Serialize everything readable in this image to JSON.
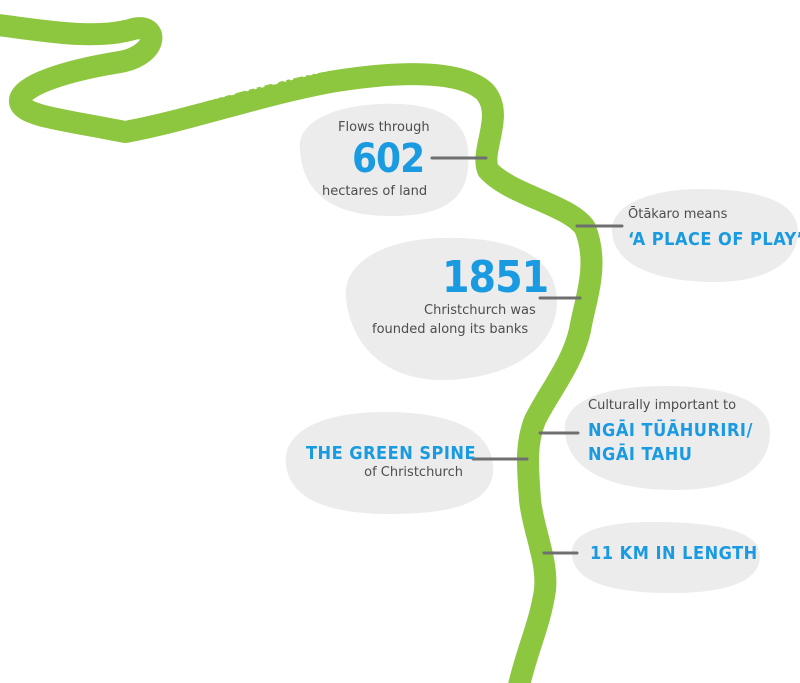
{
  "river": {
    "title": "ŌTĀKARO AVON RIVER",
    "color": "#8dc63f"
  },
  "colors": {
    "accent": "#1a9ae0",
    "bubble": "#ececec",
    "connector": "#6f6f6f",
    "text": "#4d4d4d"
  },
  "facts": {
    "area": {
      "pre": "Flows through",
      "value": "602",
      "post": "hectares of land"
    },
    "meaning": {
      "pre": "Ōtākaro means",
      "highlight": "‘A PLACE OF PLAY’"
    },
    "founded": {
      "value": "1851",
      "line1": "Christchurch was",
      "line2": "founded along its banks"
    },
    "cultural": {
      "pre": "Culturally important to",
      "line1": "NGĀI TŪĀHURIRI/",
      "line2": "NGĀI TAHU"
    },
    "spine": {
      "highlight": "THE GREEN SPINE",
      "post": "of Christchurch"
    },
    "length": {
      "highlight": "11 KM IN LENGTH"
    }
  }
}
